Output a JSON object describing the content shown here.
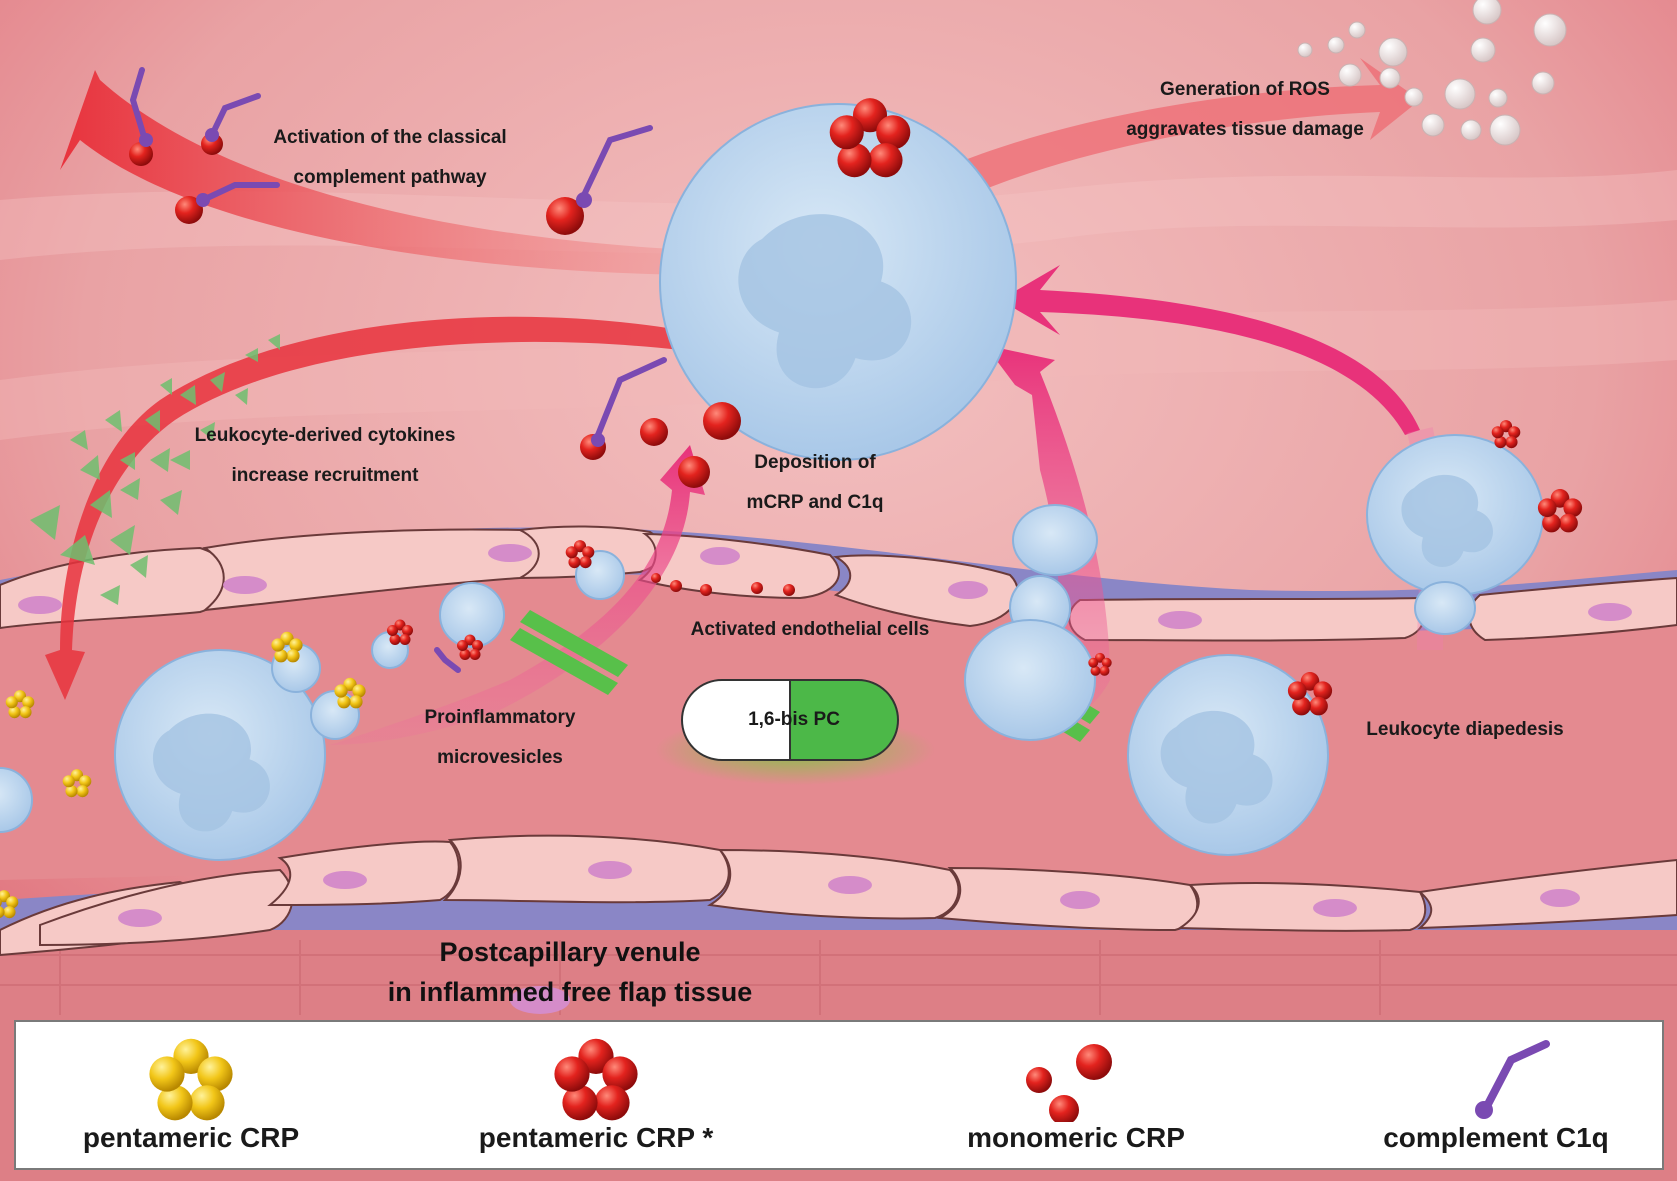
{
  "labels": {
    "complement_pathway": [
      "Activation of the classical",
      "complement pathway"
    ],
    "ros": [
      "Generation of ROS",
      "aggravates tissue damage"
    ],
    "cytokines": [
      "Leukocyte-derived cytokines",
      "increase recruitment"
    ],
    "deposition": [
      "Deposition of",
      "mCRP and C1q"
    ],
    "activated_endothelial": "Activated endothelial cells",
    "microvesicles": [
      "Proinflammatory",
      "microvesicles"
    ],
    "drug": "1,6-bis PC",
    "diapedesis": "Leukocyte diapedesis",
    "title": [
      "Postcapillary venule",
      "in inflammed free flap tissue"
    ]
  },
  "legend": [
    {
      "label": "pentameric CRP",
      "icon": "yellow-pentamer-icon"
    },
    {
      "label": "pentameric CRP *",
      "icon": "red-pentamer-icon"
    },
    {
      "label": "monomeric CRP",
      "icon": "monomer-icon"
    },
    {
      "label": "complement C1q",
      "icon": "c1q-icon"
    }
  ],
  "colors": {
    "tissue": "#e9a3a3",
    "vessel_lumen": "#e48a90",
    "endothelial_cell": "#f6c9c6",
    "nucleus": "#d58cc9",
    "basement_membrane": "#8a86c6",
    "leukocyte": "#bcd7ee",
    "leukocyte_nucleus": "#9dbfe0",
    "arrow_red": "#e84a52",
    "arrow_pink": "#e8488a",
    "cytokine": "#7fca7f",
    "crp_red": "#d91e1e",
    "crp_yellow": "#f2c618",
    "c1q": "#7a4ab2",
    "drug_green": "#4cb848"
  }
}
